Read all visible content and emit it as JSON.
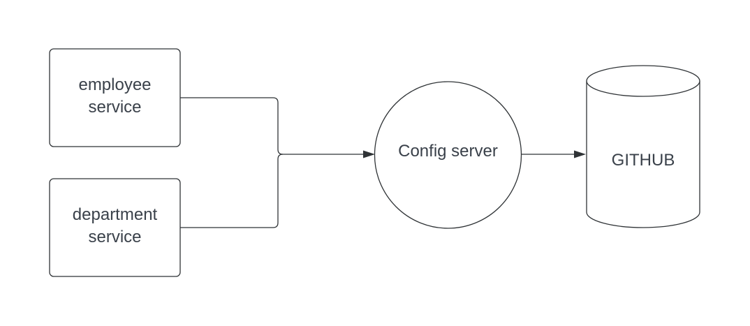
{
  "nodes": {
    "employee_service": {
      "line1": "employee",
      "line2": "service"
    },
    "department_service": {
      "line1": "department",
      "line2": "service"
    },
    "config_server": {
      "label": "Config server"
    },
    "github": {
      "label": "GITHUB"
    }
  }
}
